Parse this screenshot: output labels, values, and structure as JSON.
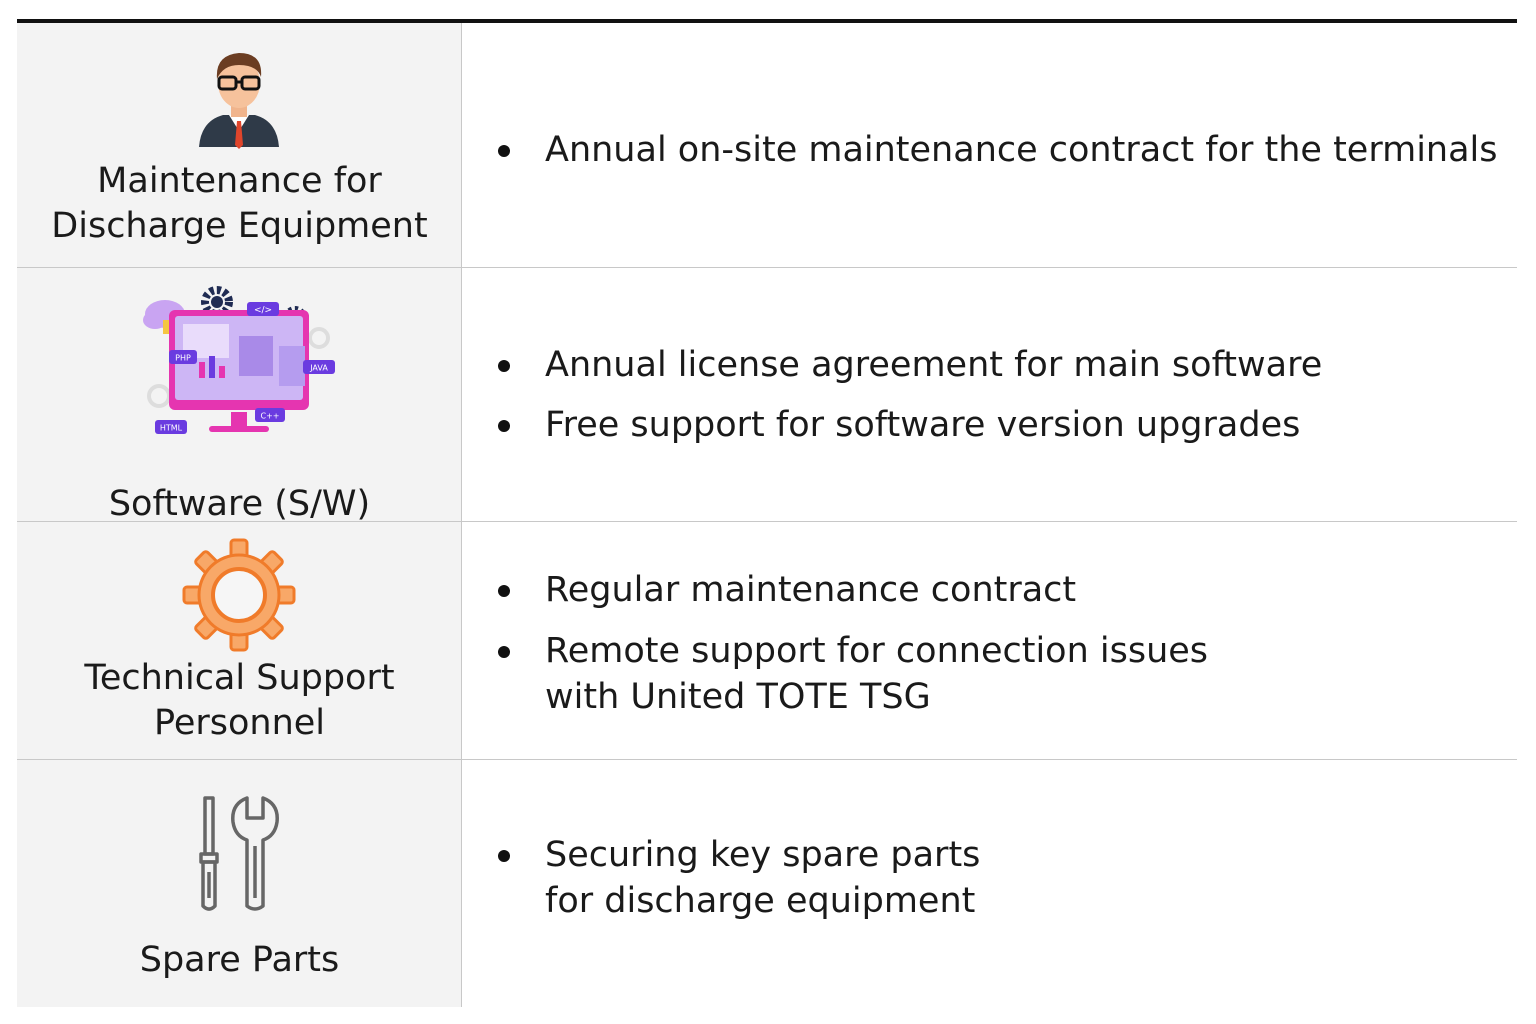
{
  "rows": [
    {
      "category": [
        "Maintenance for",
        "Discharge Equipment"
      ],
      "icon": "person-icon",
      "bullets": [
        [
          "Annual on-site maintenance contract for the terminals"
        ]
      ]
    },
    {
      "category": [
        "Software (S/W)"
      ],
      "icon": "software-monitor-icon",
      "icon_tags": [
        "</>",
        "PHP",
        "JAVA",
        "HTML",
        "C++"
      ],
      "bullets": [
        [
          "Annual license agreement for main software"
        ],
        [
          "Free support for software version upgrades"
        ]
      ]
    },
    {
      "category": [
        "Technical Support",
        "Personnel"
      ],
      "icon": "gear-icon",
      "bullets": [
        [
          "Regular maintenance contract"
        ],
        [
          "Remote support for connection issues",
          "with United TOTE TSG"
        ]
      ]
    },
    {
      "category": [
        "Spare Parts"
      ],
      "icon": "tools-icon",
      "bullets": [
        [
          "Securing key spare parts",
          "for discharge equipment"
        ]
      ]
    }
  ],
  "colors": {
    "border": "#111111",
    "divider": "#c8c8c8",
    "left_bg": "#f3f3f3",
    "gear": "#f58a3c",
    "monitor": "#e535b0",
    "tag": "#6a3be0"
  }
}
